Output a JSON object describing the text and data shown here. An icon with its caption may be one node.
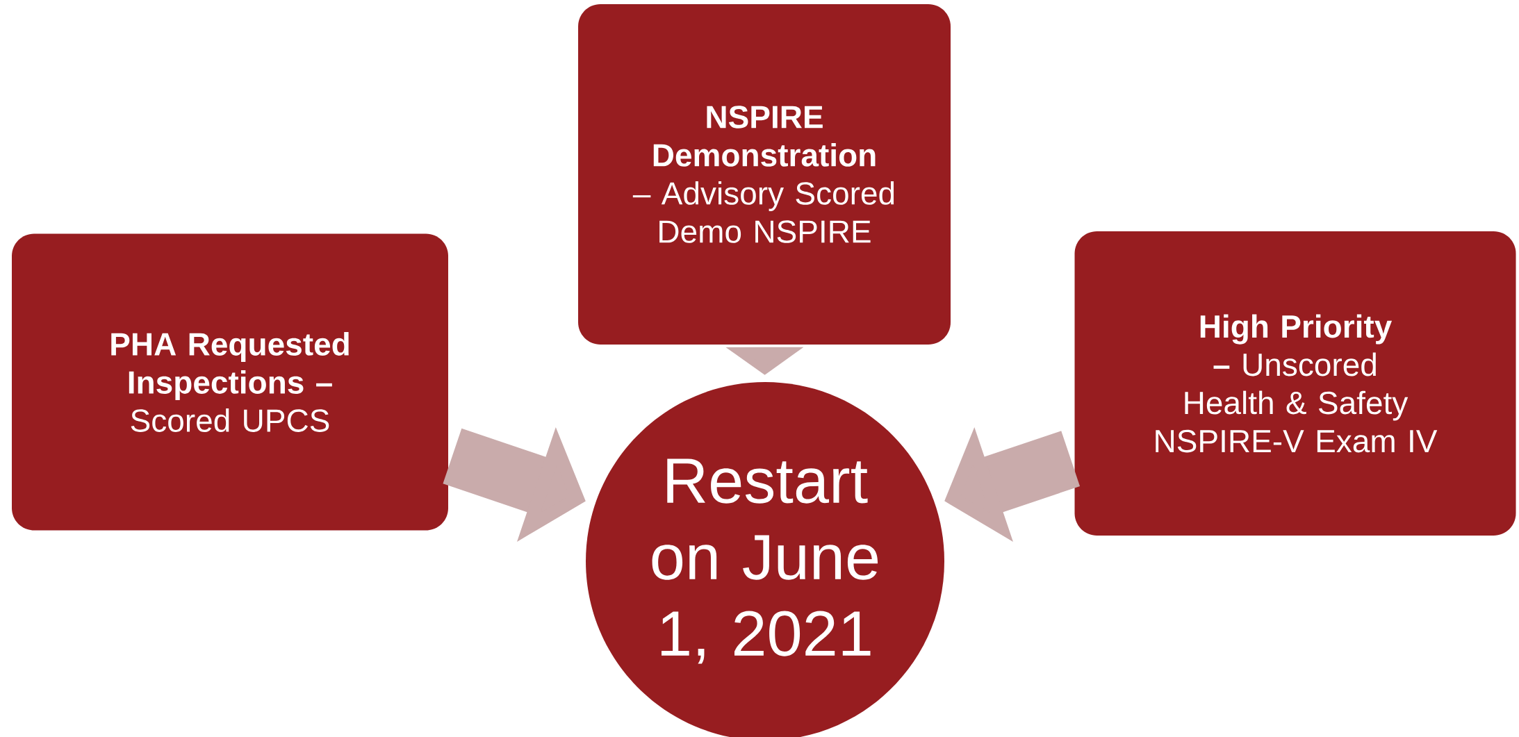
{
  "diagram": {
    "nodes": [
      {
        "text": [
          "**PHA Requested Inspections –** Scored UPCS"
        ]
      },
      {
        "text": [
          "**NSPIRE Demonstration** – Advisory Scored Demo NSPIRE"
        ]
      },
      {
        "text": [
          "**High Priority –** Unscored Health & Safety NSPIRE-V Exam IV"
        ]
      },
      {
        "text": [
          "Restart on June 1, 2021"
        ]
      }
    ],
    "edges": [
      {
        "from": 0,
        "to": 3,
        "arrow": "to"
      },
      {
        "from": 1,
        "to": 3,
        "arrow": "to"
      },
      {
        "from": 2,
        "to": 3,
        "arrow": "to"
      }
    ]
  }
}
